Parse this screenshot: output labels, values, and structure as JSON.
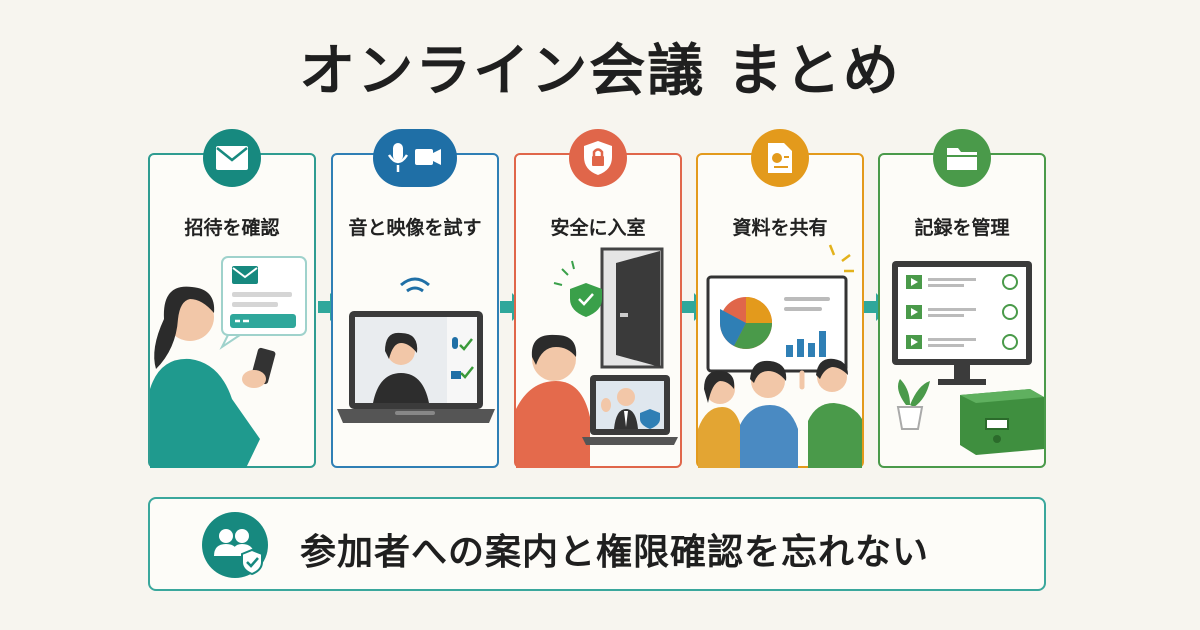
{
  "title": "オンライン会議 まとめ",
  "colors": {
    "teal": "#16897f",
    "blue": "#1f6fa6",
    "red": "#e0664a",
    "orange": "#e39a1c",
    "green": "#4a9a4a"
  },
  "steps": [
    {
      "label": "招待を確認",
      "icon": "envelope-icon"
    },
    {
      "label": "音と映像を試す",
      "icon": "mic-camera-icon"
    },
    {
      "label": "安全に入室",
      "icon": "shield-lock-icon"
    },
    {
      "label": "資料を共有",
      "icon": "document-chart-icon"
    },
    {
      "label": "記録を管理",
      "icon": "folder-icon"
    }
  ],
  "bottom": {
    "message": "参加者への案内と権限確認を忘れない",
    "icon": "users-shield-icon"
  }
}
